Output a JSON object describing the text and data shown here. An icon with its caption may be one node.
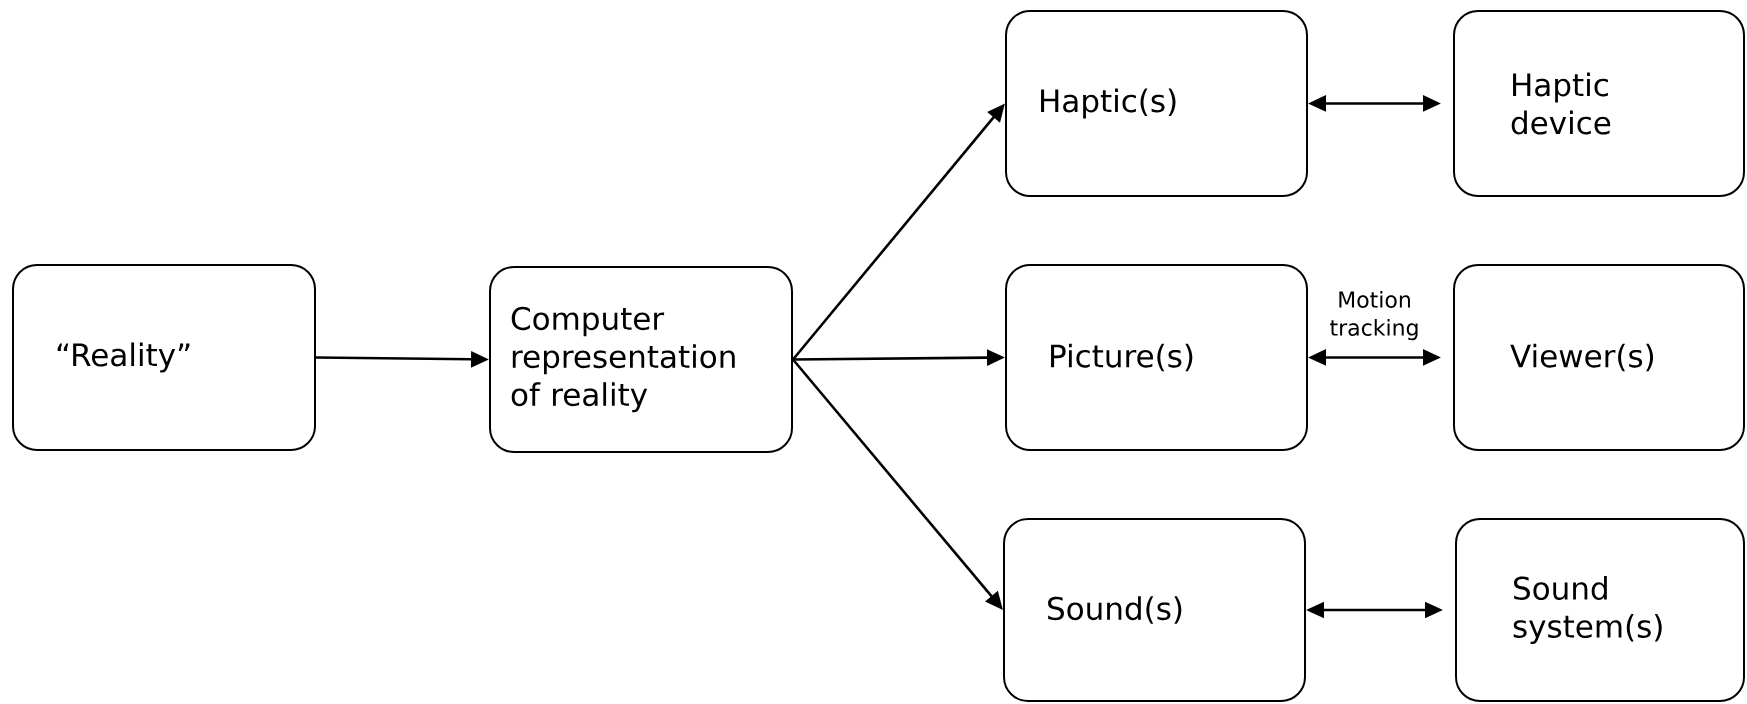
{
  "diagram": {
    "nodes": [
      {
        "text": [
          "“Reality”"
        ]
      },
      {
        "text": [
          "Computer representation of reality"
        ]
      },
      {
        "text": [
          "Haptic(s)"
        ]
      },
      {
        "text": [
          "Haptic device"
        ]
      },
      {
        "text": [
          "Picture(s)"
        ]
      },
      {
        "text": [
          "Viewer(s)"
        ]
      },
      {
        "text": [
          "Sound(s)"
        ]
      },
      {
        "text": [
          "Sound system(s)"
        ]
      }
    ],
    "edges": [
      {
        "from": 0,
        "to": 1,
        "arrow": "to"
      },
      {
        "from": 1,
        "to": 2,
        "arrow": "to"
      },
      {
        "from": 1,
        "to": 4,
        "arrow": "to"
      },
      {
        "from": 1,
        "to": 6,
        "arrow": "to"
      },
      {
        "from": 2,
        "to": 3,
        "arrow": "both"
      },
      {
        "from": 4,
        "to": 5,
        "arrow": "both",
        "label": "Motion tracking"
      },
      {
        "from": 6,
        "to": 7,
        "arrow": "both"
      }
    ]
  }
}
